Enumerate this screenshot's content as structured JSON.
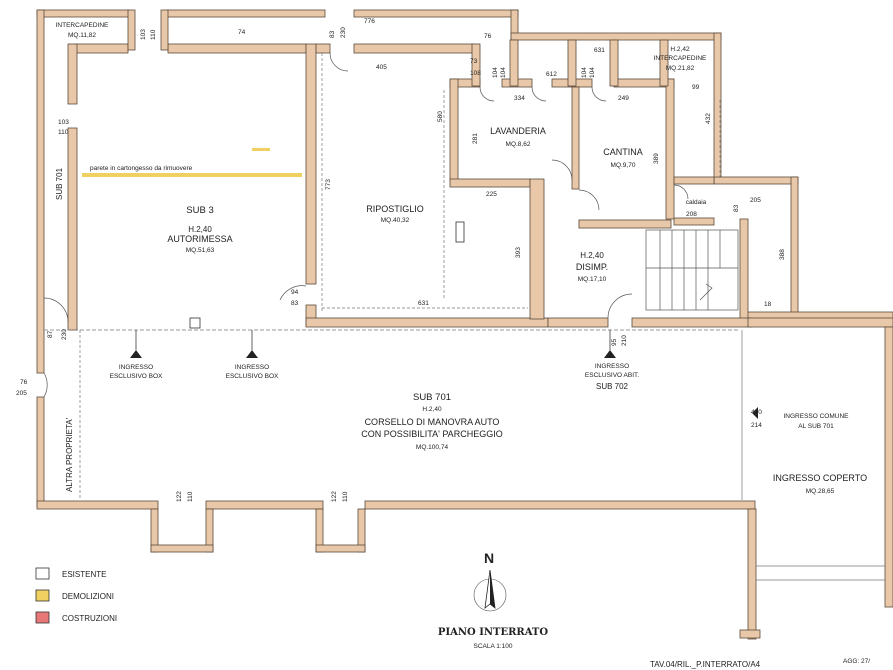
{
  "colors": {
    "wall": "#e8c8a8",
    "wall_stroke": "#5a4a3a",
    "demolition": "#f0d060",
    "construction": "#e87878",
    "existing": "#ffffff",
    "dim": "#555555"
  },
  "rooms": {
    "intercapedine_1": {
      "name": "INTERCAPEDINE",
      "area": "MQ.11,82"
    },
    "autorimessa": {
      "sub": "SUB 3",
      "height": "H.2,40",
      "name": "AUTORIMESSA",
      "area": "MQ.51,63"
    },
    "ripostiglio": {
      "name": "RIPOSTIGLIO",
      "area": "MQ.40,32"
    },
    "lavanderia": {
      "name": "LAVANDERIA",
      "area": "MQ.8,62"
    },
    "cantina": {
      "name": "CANTINA",
      "area": "MQ.9,70"
    },
    "intercapedine_2": {
      "height": "H.2,42",
      "name": "INTERCAPEDINE",
      "area": "MQ.21,82"
    },
    "disimpegno": {
      "height": "H.2,40",
      "name": "DISIMP.",
      "area": "MQ.17,10"
    },
    "corsello": {
      "sub": "SUB 701",
      "height": "H.2,40",
      "line1": "CORSELLO DI MANOVRA AUTO",
      "line2": "CON POSSIBILITA' PARCHEGGIO",
      "area": "MQ.100,74"
    },
    "ingresso_coperto": {
      "name": "INGRESSO COPERTO",
      "area": "MQ.28,65"
    },
    "caldaia": {
      "name": "caldaia"
    }
  },
  "labels": {
    "parete": "parete in cartongesso da rimuovere",
    "sub_701_side": "SUB 701",
    "altra_proprieta": "ALTRA PROPRIETA'",
    "ingresso_box_1": [
      "INGRESSO",
      "ESCLUSIVO BOX"
    ],
    "ingresso_box_2": [
      "INGRESSO",
      "ESCLUSIVO BOX"
    ],
    "ingresso_abit": [
      "INGRESSO",
      "ESCLUSIVO ABIT.",
      "SUB 702"
    ],
    "ingresso_comune": [
      "INGRESSO COMUNE",
      "AL SUB 701"
    ]
  },
  "dimensions": {
    "d_103_110_a": [
      "103",
      "110"
    ],
    "d_74": "74",
    "d_83_230": [
      "83",
      "230"
    ],
    "d_776": "776",
    "d_76": "76",
    "d_631": "631",
    "d_405": "405",
    "d_73_108": [
      "73",
      "108"
    ],
    "d_104_a": [
      "104",
      "104"
    ],
    "d_612": "612",
    "d_104_b": [
      "104",
      "104"
    ],
    "d_99": "99",
    "d_432": "432",
    "d_334": "334",
    "d_249": "249",
    "d_103_110_b": [
      "103",
      "110"
    ],
    "d_580": "580",
    "d_281": "281",
    "d_389": "389",
    "d_225": "225",
    "d_205": "205",
    "d_208": "208",
    "d_83b": "83",
    "d_773": "773",
    "d_393": "393",
    "d_388": "388",
    "d_94_83": [
      "94",
      "83"
    ],
    "d_631b": "631",
    "d_95_210": [
      "95",
      "210"
    ],
    "d_87_230": [
      "87",
      "230"
    ],
    "d_76_205": [
      "76",
      "205"
    ],
    "d_490_214": [
      "490",
      "214"
    ],
    "d_122_110_a": [
      "122",
      "110"
    ],
    "d_122_110_b": [
      "122",
      "110"
    ],
    "d_18": "18"
  },
  "legend": [
    {
      "label": "ESISTENTE",
      "color": "#ffffff"
    },
    {
      "label": "DEMOLIZIONI",
      "color": "#f0d060"
    },
    {
      "label": "COSTRUZIONI",
      "color": "#e87878"
    }
  ],
  "north": "N",
  "plan_title": "PIANO INTERRATO",
  "scale": "SCALA 1:100",
  "footer_ref": "TAV.04/RIL._P.INTERRATO/A4",
  "footer_corner": "AGG: 27/"
}
